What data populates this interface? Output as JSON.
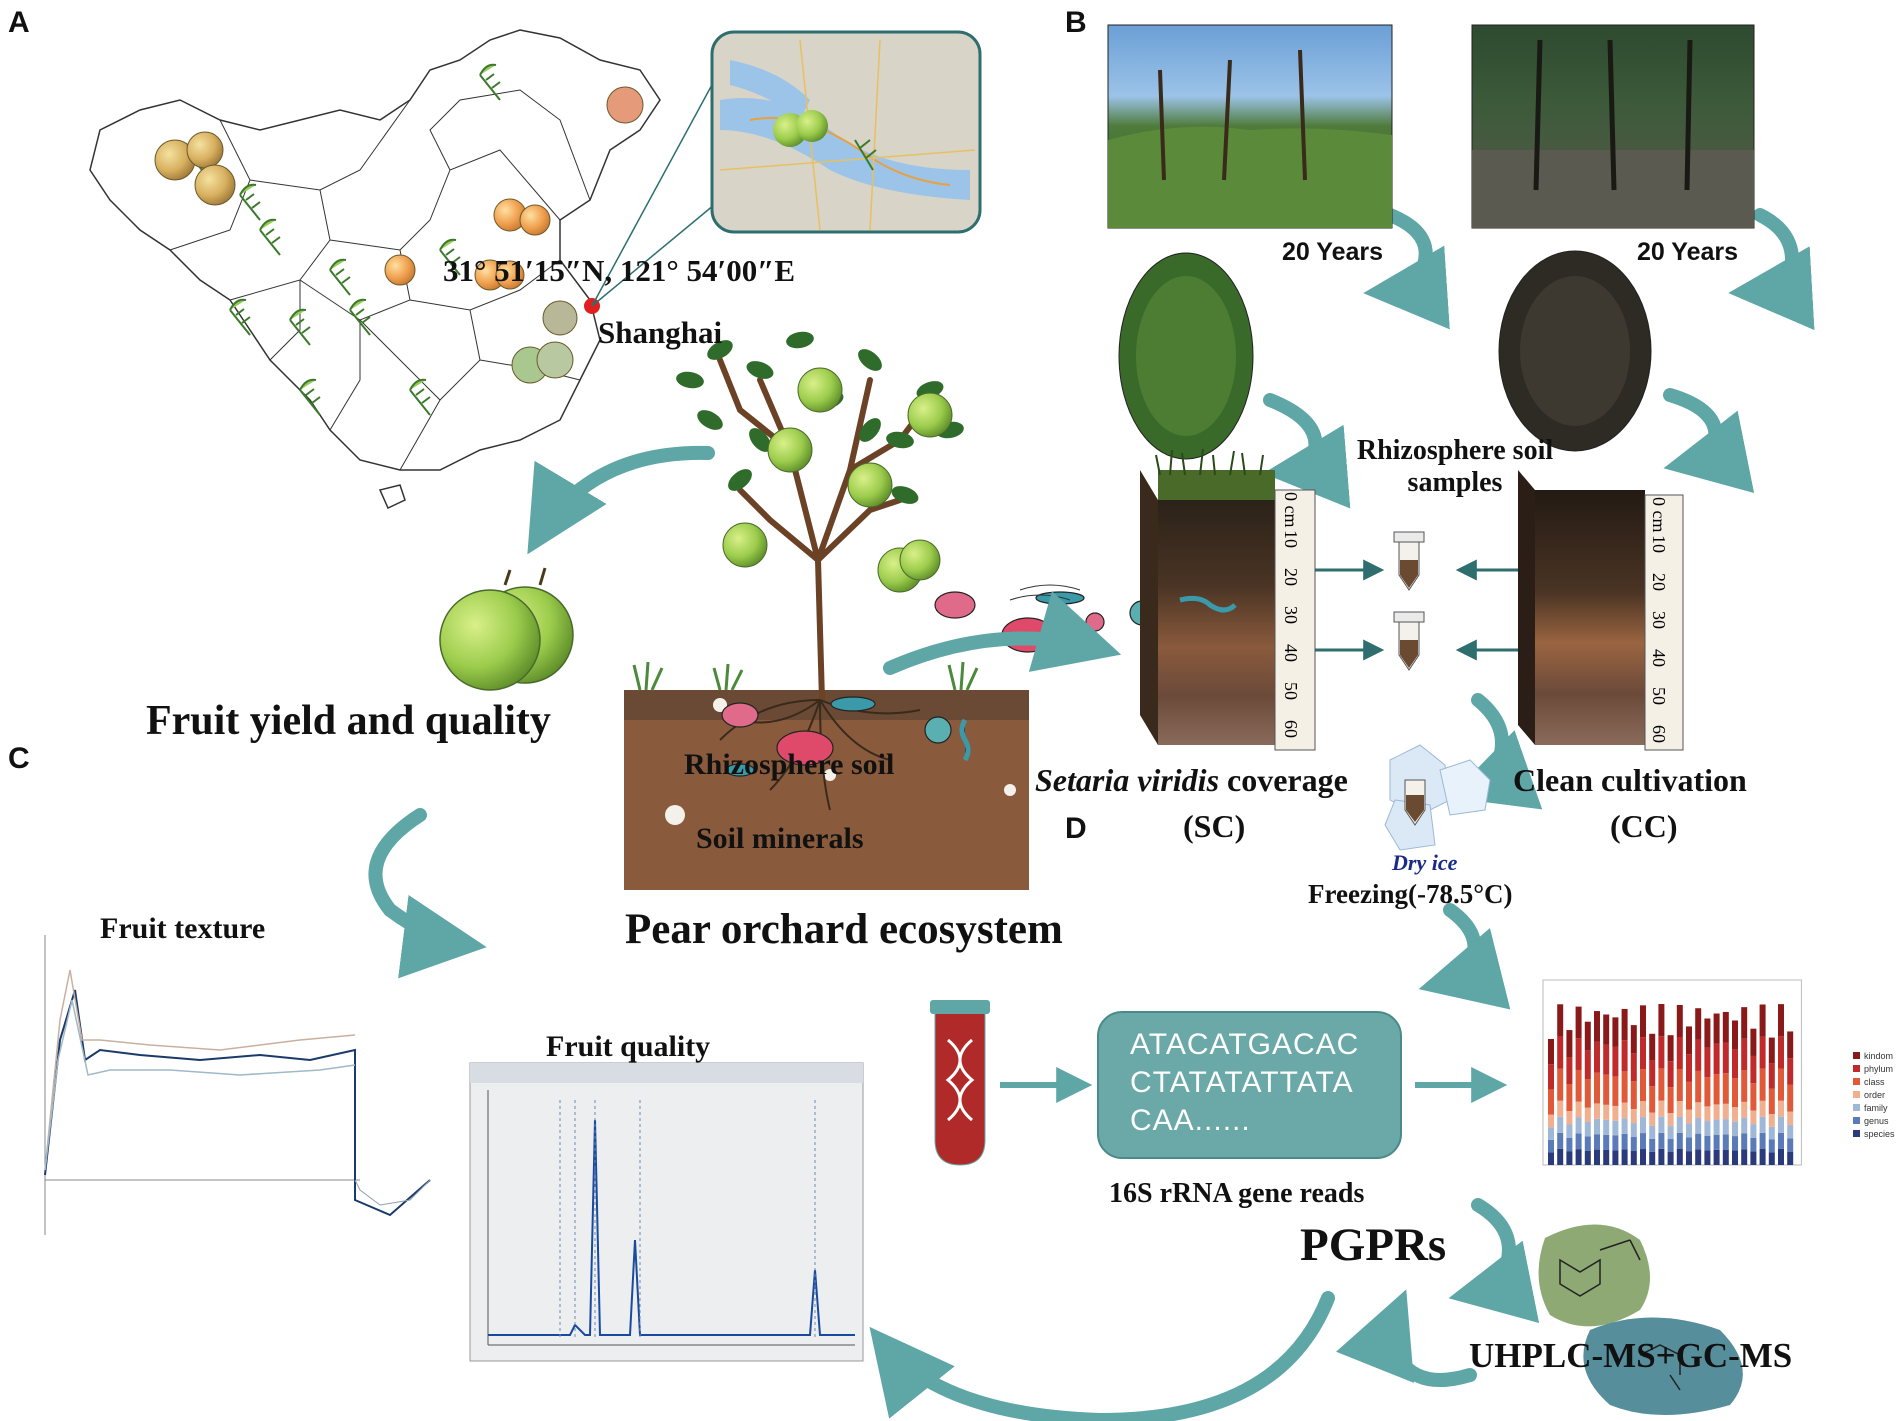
{
  "panels": {
    "a": "A",
    "b": "B",
    "c": "C",
    "d": "D"
  },
  "map": {
    "coords": "31° 51′15″N, 121° 54′00″E",
    "city": "Shanghai"
  },
  "orchard": {
    "fruit_title": "Fruit yield and quality",
    "rhizosphere": "Rhizosphere soil",
    "minerals": "Soil minerals",
    "ecosystem": "Pear orchard ecosystem"
  },
  "sampling": {
    "years_left": "20 Years",
    "years_right": "20 Years",
    "rhizo_line1": "Rhizosphere soil",
    "rhizo_line2": "samples",
    "sc_italic": "Setaria viridis",
    "sc_rest": " coverage",
    "sc_abbr": "(SC)",
    "cc_label": "Clean cultivation",
    "cc_abbr": "(CC)",
    "dry_ice": "Dry ice",
    "freezing": "Freezing(-78.5°C)",
    "ruler_ticks": [
      "0 cm",
      "10",
      "20",
      "30",
      "40",
      "50",
      "60"
    ]
  },
  "analysis": {
    "fruit_texture": "Fruit texture",
    "fruit_quality": "Fruit quality",
    "seq_line1": "ATACATGACAC",
    "seq_line2": "CTATATATTATA",
    "seq_line3": "CAA......",
    "reads_label": "16S rRNA gene reads",
    "pgprs": "PGPRs",
    "ms": "UHPLC-MS+GC-MS",
    "legend": [
      "kindom",
      "phylum",
      "class",
      "order",
      "family",
      "genus",
      "species"
    ]
  },
  "colors": {
    "arrow": "#5fa6a6",
    "seq_box": "#6aa9a8",
    "soil": "#8a5a3c",
    "pear": "#9ccc4c",
    "leaf": "#2f6b2a"
  }
}
